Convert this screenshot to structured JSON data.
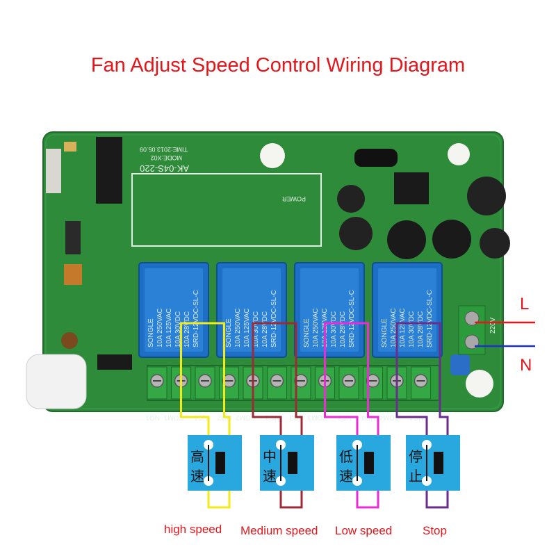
{
  "title": "Fan Adjust Speed Control Wiring Diagram",
  "colors": {
    "title": "#e4161b",
    "board": "#2e8b3a",
    "relay": "#1d6fc6",
    "terminal": "#2b9b3c",
    "switch_body": "#29a8e0",
    "wire_high": "#f2ea1a",
    "wire_medium": "#9c2b36",
    "wire_low": "#ea2bd6",
    "wire_stop": "#6a2d8c",
    "live": "#e4161b",
    "neutral": "#1e32c8"
  },
  "board": {
    "model": "AK-04S-220",
    "mode": "MODE:X02",
    "time": "TIME:2013.05.09",
    "power": "POWER",
    "volt": "220V",
    "relay_lines": [
      "SONGLE",
      "10A 250VAC",
      "10A 125VAC",
      "10A 30VDC",
      "10A 28VDC",
      "SRD-12VDC-SL-C"
    ],
    "terminal_labels": [
      "NO1",
      "COM1",
      "NC1",
      "NO2",
      "COM2",
      "NC2",
      "NO3",
      "COM3",
      "NC3",
      "NO4",
      "COM4",
      "NC4"
    ]
  },
  "power": {
    "live": "L",
    "neutral": "N"
  },
  "switches": [
    {
      "char1": "高",
      "char2": "速",
      "label": "high speed",
      "wire": "wire_high"
    },
    {
      "char1": "中",
      "char2": "速",
      "label": "Medium speed",
      "wire": "wire_medium"
    },
    {
      "char1": "低",
      "char2": "速",
      "label": "Low speed",
      "wire": "wire_low"
    },
    {
      "char1": "停",
      "char2": "止",
      "label": "Stop",
      "wire": "wire_stop"
    }
  ]
}
